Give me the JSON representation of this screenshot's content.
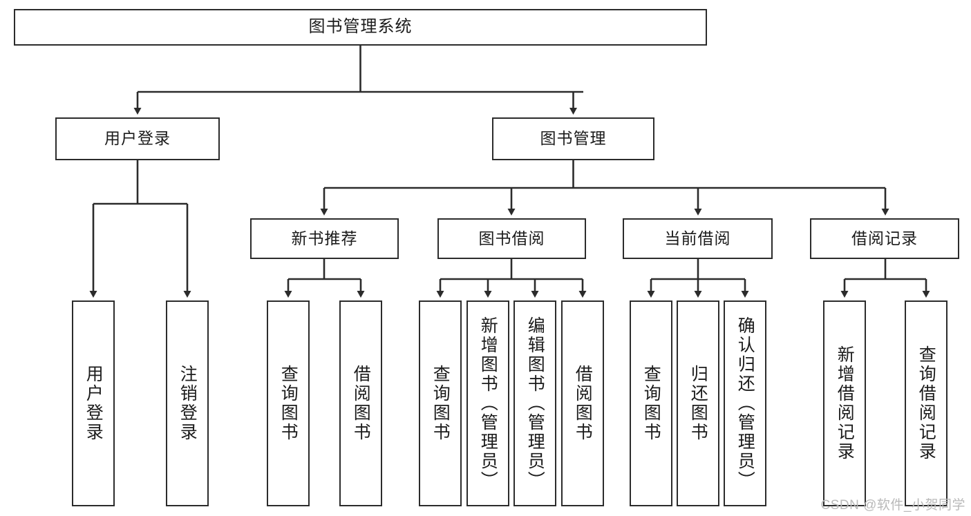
{
  "diagram": {
    "title": "图书管理系统",
    "type": "hierarchy-tree",
    "watermark": "CSDN @软件_小贺同学",
    "colors": {
      "box_border": "#2b2b2b",
      "box_fill": "#ffffff",
      "connector": "#2b2b2b",
      "text": "#1b1b1b",
      "watermark": "#b9b9b9",
      "background": "#ffffff"
    },
    "root": {
      "label": "图书管理系统"
    },
    "level1": [
      {
        "label": "用户登录"
      },
      {
        "label": "图书管理"
      }
    ],
    "level2": [
      {
        "label": "新书推荐"
      },
      {
        "label": "图书借阅"
      },
      {
        "label": "当前借阅"
      },
      {
        "label": "借阅记录"
      }
    ],
    "leaves": {
      "user_login": [
        {
          "label": "用户登录"
        },
        {
          "label": "注销登录"
        }
      ],
      "new_book_recommend": [
        {
          "label": "查询图书"
        },
        {
          "label": "借阅图书"
        }
      ],
      "book_borrow": [
        {
          "label": "查询图书"
        },
        {
          "label": "新增图书（管理员）"
        },
        {
          "label": "编辑图书（管理员）"
        },
        {
          "label": "借阅图书"
        }
      ],
      "current_borrow": [
        {
          "label": "查询图书"
        },
        {
          "label": "归还图书"
        },
        {
          "label": "确认归还（管理员）"
        }
      ],
      "borrow_record": [
        {
          "label": "新增借阅记录"
        },
        {
          "label": "查询借阅记录"
        }
      ]
    }
  }
}
